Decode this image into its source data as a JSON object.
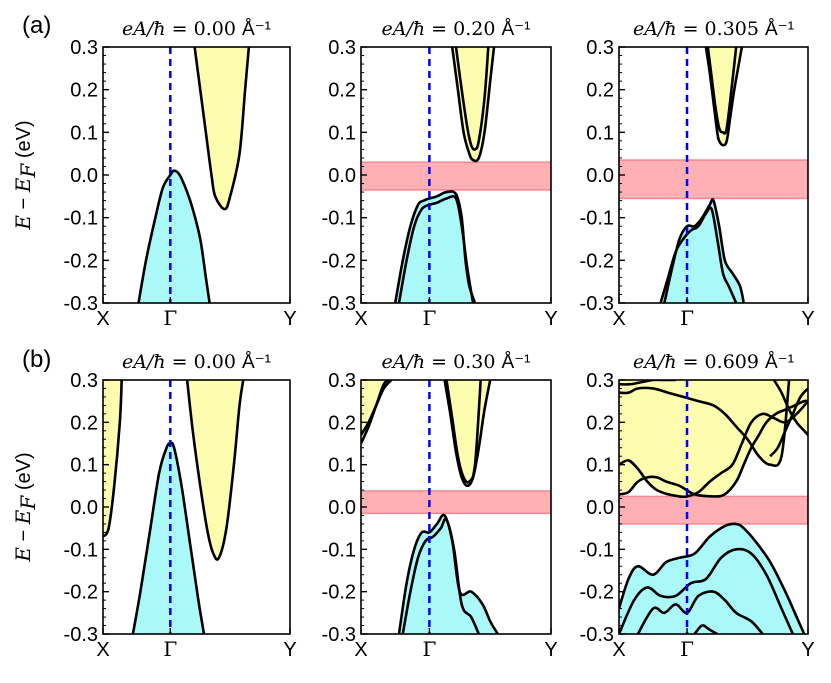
{
  "figure": {
    "row_labels": [
      "(a)",
      "(b)"
    ],
    "ylabel": "E − E_F (eV)"
  },
  "colors": {
    "valence_fill": "#aaf8f8",
    "conduction_fill": "#fdfdb0",
    "gap_fill": "#ffb0b4",
    "gap_edge": "#f08a90",
    "gamma_line": "#0000ee",
    "band_line": "#000000"
  },
  "chart_data": [
    {
      "type": "area",
      "title_expr": "eA/ħ = ",
      "title_value": "0.00",
      "title_unit": "Å⁻¹",
      "ylim": [
        -0.3,
        0.3
      ],
      "yticks": [
        "0.3",
        "0.2",
        "0.1",
        "0.0",
        "-0.1",
        "-0.2",
        "-0.3"
      ],
      "xticks": [
        "X",
        "Γ",
        "Y"
      ],
      "xlim": [
        0,
        1
      ],
      "gamma_x": 0.36,
      "gap": null,
      "valence_bands": [
        {
          "x": [
            0.19,
            0.23,
            0.28,
            0.32,
            0.36,
            0.38,
            0.41,
            0.45,
            0.48,
            0.52,
            0.55,
            0.57
          ],
          "y": [
            -0.3,
            -0.2,
            -0.1,
            -0.03,
            0.0,
            0.01,
            0.0,
            -0.04,
            -0.08,
            -0.15,
            -0.24,
            -0.3
          ]
        }
      ],
      "conduction_bands": [
        {
          "x": [
            0.49,
            0.52,
            0.55,
            0.58,
            0.6,
            0.65,
            0.68,
            0.73,
            0.76,
            0.78
          ],
          "y": [
            0.3,
            0.2,
            0.1,
            0.0,
            -0.05,
            -0.08,
            -0.05,
            0.05,
            0.2,
            0.3
          ],
          "top": {
            "x": [
              0.49,
              0.78
            ],
            "y": [
              0.3,
              0.3
            ]
          }
        }
      ]
    },
    {
      "type": "area",
      "title_expr": "eA/ħ = ",
      "title_value": "0.20",
      "title_unit": "Å⁻¹",
      "ylim": [
        -0.3,
        0.3
      ],
      "yticks": [
        "0.3",
        "0.2",
        "0.1",
        "0.0",
        "-0.1",
        "-0.2",
        "-0.3"
      ],
      "xticks": [
        "X",
        "Γ",
        "Y"
      ],
      "xlim": [
        0,
        1
      ],
      "gamma_x": 0.36,
      "gap": [
        -0.035,
        0.03
      ],
      "valence_bands": [
        {
          "x": [
            0.18,
            0.22,
            0.26,
            0.3,
            0.33,
            0.36,
            0.4,
            0.45,
            0.5,
            0.53,
            0.55,
            0.57,
            0.6
          ],
          "y": [
            -0.3,
            -0.2,
            -0.12,
            -0.07,
            -0.06,
            -0.055,
            -0.05,
            -0.04,
            -0.045,
            -0.1,
            -0.2,
            -0.26,
            -0.3
          ]
        },
        {
          "x": [
            0.2,
            0.24,
            0.28,
            0.32,
            0.36,
            0.4,
            0.45,
            0.5,
            0.53,
            0.56,
            0.59
          ],
          "y": [
            -0.3,
            -0.2,
            -0.12,
            -0.08,
            -0.07,
            -0.065,
            -0.055,
            -0.055,
            -0.12,
            -0.22,
            -0.3
          ]
        }
      ],
      "conduction_bands": [
        {
          "x": [
            0.48,
            0.51,
            0.54,
            0.57,
            0.59,
            0.62,
            0.65,
            0.68,
            0.7
          ],
          "y": [
            0.3,
            0.2,
            0.1,
            0.05,
            0.035,
            0.04,
            0.1,
            0.22,
            0.3
          ]
        },
        {
          "x": [
            0.5,
            0.53,
            0.56,
            0.58,
            0.6,
            0.62,
            0.65,
            0.67
          ],
          "y": [
            0.3,
            0.2,
            0.11,
            0.07,
            0.06,
            0.08,
            0.18,
            0.3
          ]
        }
      ]
    },
    {
      "type": "area",
      "title_expr": "eA/ħ = ",
      "title_value": "0.305",
      "title_unit": "Å⁻¹",
      "ylim": [
        -0.3,
        0.3
      ],
      "yticks": [
        "0.3",
        "0.2",
        "0.1",
        "0.0",
        "-0.1",
        "-0.2",
        "-0.3"
      ],
      "xticks": [
        "X",
        "Γ",
        "Y"
      ],
      "xlim": [
        0,
        1
      ],
      "gamma_x": 0.36,
      "gap": [
        -0.055,
        0.035
      ],
      "valence_bands": [
        {
          "x": [
            0.24,
            0.28,
            0.32,
            0.36,
            0.4,
            0.44,
            0.48,
            0.5,
            0.53,
            0.56,
            0.6,
            0.64,
            0.66
          ],
          "y": [
            -0.3,
            -0.22,
            -0.15,
            -0.12,
            -0.12,
            -0.1,
            -0.07,
            -0.06,
            -0.12,
            -0.2,
            -0.23,
            -0.26,
            -0.3
          ]
        },
        {
          "x": [
            0.22,
            0.26,
            0.3,
            0.34,
            0.38,
            0.42,
            0.46,
            0.49,
            0.52,
            0.55,
            0.58,
            0.62
          ],
          "y": [
            -0.3,
            -0.24,
            -0.18,
            -0.15,
            -0.13,
            -0.12,
            -0.09,
            -0.08,
            -0.15,
            -0.23,
            -0.26,
            -0.3
          ]
        }
      ],
      "conduction_bands": [
        {
          "x": [
            0.46,
            0.48,
            0.5,
            0.52,
            0.53,
            0.55,
            0.57,
            0.59,
            0.61,
            0.63,
            0.65
          ],
          "y": [
            0.3,
            0.24,
            0.17,
            0.1,
            0.08,
            0.07,
            0.08,
            0.14,
            0.2,
            0.25,
            0.3
          ]
        },
        {
          "x": [
            0.47,
            0.49,
            0.51,
            0.53,
            0.55,
            0.57,
            0.6,
            0.62
          ],
          "y": [
            0.3,
            0.23,
            0.16,
            0.11,
            0.1,
            0.11,
            0.22,
            0.3
          ]
        }
      ]
    },
    {
      "type": "area",
      "title_expr": "eA/ħ = ",
      "title_value": "0.00",
      "title_unit": "Å⁻¹",
      "ylim": [
        -0.3,
        0.3
      ],
      "yticks": [
        "0.3",
        "0.2",
        "0.1",
        "0.0",
        "-0.1",
        "-0.2",
        "-0.3"
      ],
      "xticks": [
        "X",
        "Γ",
        "Y"
      ],
      "xlim": [
        0,
        1
      ],
      "gamma_x": 0.36,
      "gap": null,
      "valence_bands": [
        {
          "x": [
            0.16,
            0.2,
            0.25,
            0.3,
            0.34,
            0.36,
            0.38,
            0.42,
            0.47,
            0.51,
            0.54
          ],
          "y": [
            -0.3,
            -0.2,
            -0.06,
            0.08,
            0.14,
            0.15,
            0.14,
            0.05,
            -0.1,
            -0.22,
            -0.3
          ]
        }
      ],
      "conduction_bands": [
        {
          "x": [
            0.0,
            0.03,
            0.06,
            0.09,
            0.1
          ],
          "y": [
            -0.07,
            -0.05,
            0.05,
            0.2,
            0.3
          ],
          "top": {
            "x": [
              0.0,
              0.1
            ],
            "y": [
              0.3,
              0.3
            ]
          }
        },
        {
          "x": [
            0.45,
            0.48,
            0.52,
            0.56,
            0.59,
            0.62,
            0.66,
            0.7,
            0.73,
            0.75
          ],
          "y": [
            0.3,
            0.18,
            0.05,
            -0.06,
            -0.11,
            -0.12,
            -0.05,
            0.1,
            0.24,
            0.3
          ]
        }
      ]
    },
    {
      "type": "area",
      "title_expr": "eA/ħ = ",
      "title_value": "0.30",
      "title_unit": "Å⁻¹",
      "ylim": [
        -0.3,
        0.3
      ],
      "yticks": [
        "0.3",
        "0.2",
        "0.1",
        "0.0",
        "-0.1",
        "-0.2",
        "-0.3"
      ],
      "xticks": [
        "X",
        "Γ",
        "Y"
      ],
      "xlim": [
        0,
        1
      ],
      "gamma_x": 0.36,
      "gap": [
        -0.015,
        0.038
      ],
      "valence_bands": [
        {
          "x": [
            0.2,
            0.24,
            0.28,
            0.32,
            0.36,
            0.4,
            0.44,
            0.48,
            0.52,
            0.58,
            0.64,
            0.68,
            0.72
          ],
          "y": [
            -0.3,
            -0.18,
            -0.1,
            -0.06,
            -0.06,
            -0.04,
            -0.02,
            -0.08,
            -0.2,
            -0.2,
            -0.23,
            -0.27,
            -0.3
          ]
        },
        {
          "x": [
            0.22,
            0.26,
            0.3,
            0.34,
            0.38,
            0.42,
            0.45,
            0.49,
            0.53,
            0.58,
            0.62
          ],
          "y": [
            -0.3,
            -0.2,
            -0.12,
            -0.08,
            -0.07,
            -0.05,
            -0.03,
            -0.1,
            -0.23,
            -0.26,
            -0.3
          ]
        }
      ],
      "conduction_bands": [
        {
          "x": [
            0.0,
            0.04,
            0.08,
            0.12,
            0.16
          ],
          "y": [
            0.17,
            0.2,
            0.24,
            0.28,
            0.3
          ]
        },
        {
          "x": [
            0.0,
            0.04,
            0.08,
            0.12,
            0.15
          ],
          "y": [
            0.15,
            0.19,
            0.24,
            0.29,
            0.3
          ]
        },
        {
          "x": [
            0.44,
            0.47,
            0.5,
            0.53,
            0.56,
            0.59,
            0.62,
            0.65,
            0.68
          ],
          "y": [
            0.3,
            0.22,
            0.13,
            0.07,
            0.05,
            0.07,
            0.14,
            0.23,
            0.3
          ]
        },
        {
          "x": [
            0.45,
            0.48,
            0.51,
            0.54,
            0.57,
            0.6,
            0.63
          ],
          "y": [
            0.3,
            0.21,
            0.12,
            0.07,
            0.06,
            0.1,
            0.3
          ]
        }
      ]
    },
    {
      "type": "area",
      "title_expr": "eA/ħ = ",
      "title_value": "0.609",
      "title_unit": "Å⁻¹",
      "ylim": [
        -0.3,
        0.3
      ],
      "yticks": [
        "0.3",
        "0.2",
        "0.1",
        "0.0",
        "-0.1",
        "-0.2",
        "-0.3"
      ],
      "xticks": [
        "X",
        "Γ",
        "Y"
      ],
      "xlim": [
        0,
        1
      ],
      "gamma_x": 0.36,
      "gap": [
        -0.04,
        0.025
      ],
      "valence_bands": [
        {
          "x": [
            0.0,
            0.05,
            0.1,
            0.18,
            0.25,
            0.32,
            0.4,
            0.48,
            0.56,
            0.62,
            0.66,
            0.72,
            0.8,
            0.88,
            0.94,
            0.98
          ],
          "y": [
            -0.24,
            -0.17,
            -0.14,
            -0.16,
            -0.13,
            -0.12,
            -0.11,
            -0.07,
            -0.045,
            -0.04,
            -0.05,
            -0.08,
            -0.13,
            -0.2,
            -0.26,
            -0.3
          ]
        },
        {
          "x": [
            0.0,
            0.08,
            0.15,
            0.22,
            0.3,
            0.38,
            0.46,
            0.54,
            0.62,
            0.7,
            0.78,
            0.86,
            0.92
          ],
          "y": [
            -0.3,
            -0.22,
            -0.19,
            -0.21,
            -0.21,
            -0.18,
            -0.17,
            -0.12,
            -0.1,
            -0.11,
            -0.16,
            -0.24,
            -0.3
          ]
        },
        {
          "x": [
            0.1,
            0.18,
            0.24,
            0.3,
            0.36,
            0.42,
            0.5,
            0.56,
            0.62,
            0.7,
            0.76
          ],
          "y": [
            -0.3,
            -0.24,
            -0.25,
            -0.23,
            -0.25,
            -0.21,
            -0.2,
            -0.22,
            -0.25,
            -0.27,
            -0.3
          ]
        },
        {
          "x": [
            0.4,
            0.44,
            0.48,
            0.52
          ],
          "y": [
            -0.3,
            -0.28,
            -0.29,
            -0.3
          ]
        }
      ],
      "conduction_bands": [
        {
          "x": [
            0.0,
            0.05,
            0.1,
            0.15,
            0.2,
            0.25,
            0.32,
            0.4,
            0.5,
            0.56,
            0.62,
            0.66,
            0.7,
            0.74,
            0.78,
            0.83,
            0.88,
            0.93,
            0.98,
            1.0
          ],
          "y": [
            0.03,
            0.035,
            0.06,
            0.07,
            0.07,
            0.06,
            0.05,
            0.03,
            0.025,
            0.03,
            0.06,
            0.1,
            0.14,
            0.17,
            0.2,
            0.22,
            0.23,
            0.24,
            0.25,
            0.25
          ]
        },
        {
          "x": [
            0.0,
            0.05,
            0.1,
            0.15,
            0.2,
            0.26,
            0.32,
            0.36,
            0.42,
            0.48,
            0.54,
            0.6,
            0.65,
            0.7,
            0.76,
            0.82,
            0.88,
            0.94,
            1.0
          ],
          "y": [
            0.1,
            0.11,
            0.09,
            0.06,
            0.04,
            0.03,
            0.025,
            0.025,
            0.035,
            0.06,
            0.08,
            0.1,
            0.15,
            0.2,
            0.22,
            0.21,
            0.2,
            0.22,
            0.25
          ]
        },
        {
          "x": [
            0.0,
            0.05,
            0.1,
            0.18,
            0.26,
            0.34,
            0.42,
            0.5,
            0.56,
            0.62,
            0.68,
            0.74,
            0.8,
            0.86,
            0.9
          ],
          "y": [
            0.27,
            0.27,
            0.28,
            0.28,
            0.27,
            0.26,
            0.25,
            0.24,
            0.22,
            0.19,
            0.16,
            0.12,
            0.1,
            0.12,
            0.3
          ]
        },
        {
          "x": [
            0.0,
            0.06,
            0.12,
            0.18,
            0.24,
            0.3
          ],
          "y": [
            0.29,
            0.29,
            0.295,
            0.3,
            0.3,
            0.3
          ]
        },
        {
          "x": [
            0.8,
            0.84,
            0.88,
            0.92,
            0.96,
            1.0
          ],
          "y": [
            0.12,
            0.14,
            0.18,
            0.22,
            0.26,
            0.28
          ]
        },
        {
          "x": [
            0.82,
            0.86,
            0.9,
            0.94,
            0.98,
            1.0
          ],
          "y": [
            0.3,
            0.27,
            0.23,
            0.2,
            0.18,
            0.17
          ]
        }
      ]
    }
  ]
}
